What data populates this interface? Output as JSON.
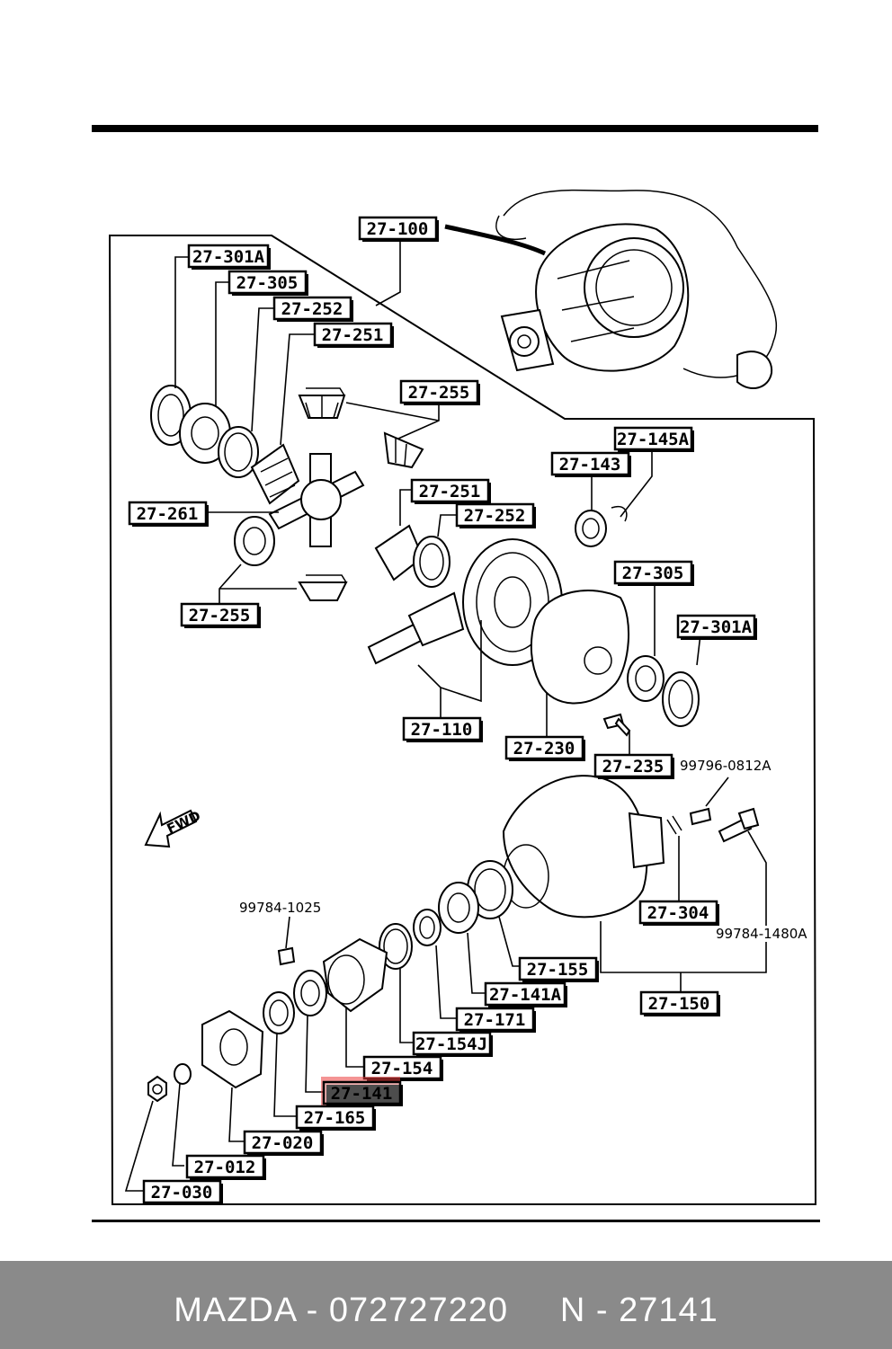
{
  "labels": {
    "l27_100": "27-100",
    "l27_301A_top": "27-301A",
    "l27_305_top": "27-305",
    "l27_252_top": "27-252",
    "l27_251_top": "27-251",
    "l27_255_top": "27-255",
    "l27_145A": "27-145A",
    "l27_143": "27-143",
    "l27_261": "27-261",
    "l27_251_mid": "27-251",
    "l27_252_mid": "27-252",
    "l27_305_mid": "27-305",
    "l27_301A_mid": "27-301A",
    "l27_255_bot": "27-255",
    "l27_110": "27-110",
    "l27_230": "27-230",
    "l27_235": "27-235",
    "p99796": "99796-0812A",
    "p99784_1025": "99784-1025",
    "p99784_1480A": "99784-1480A",
    "l27_304": "27-304",
    "l27_155": "27-155",
    "l27_141A": "27-141A",
    "l27_150": "27-150",
    "l27_171": "27-171",
    "l27_154J": "27-154J",
    "l27_154": "27-154",
    "l27_141": "27-141",
    "l27_165": "27-165",
    "l27_020": "27-020",
    "l27_012": "27-012",
    "l27_030": "27-030",
    "fwd": "FWD"
  },
  "highlight": {
    "part": "27-141",
    "color": "#eb3c3c"
  },
  "footer": {
    "text": "MAZDA - 072727220     N - 27141"
  }
}
